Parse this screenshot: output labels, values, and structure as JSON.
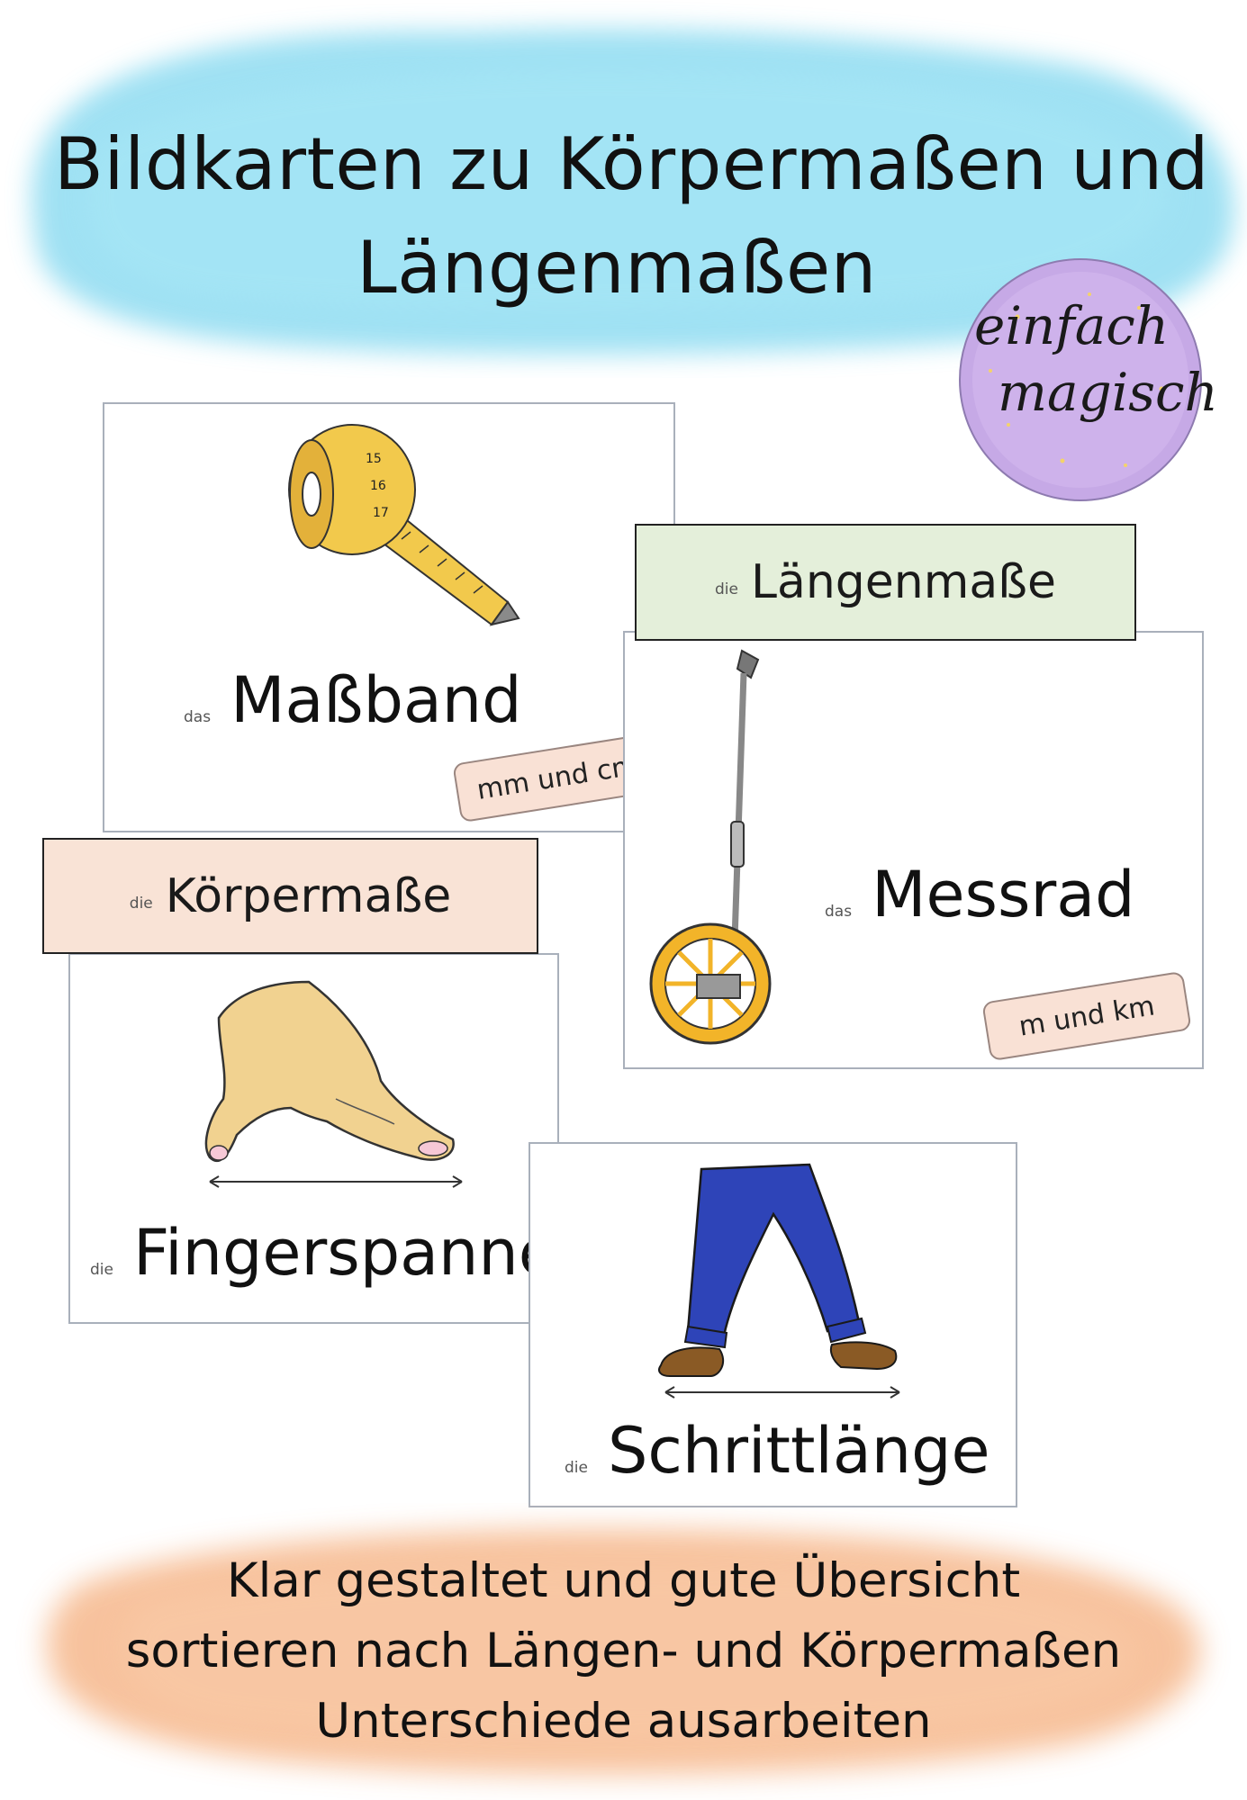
{
  "header": {
    "title_line1": "Bildkarten zu Körpermaßen und",
    "title_line2": "Längenmaßen",
    "blob_color": "#8fdcf1"
  },
  "logo": {
    "line1": "einfach",
    "line2": "magisch",
    "color": "#c6a9e6"
  },
  "cards": {
    "massband": {
      "article": "das",
      "word": "Maßband",
      "unit": "mm und cm",
      "icon": "measuring-tape-icon"
    },
    "messrad": {
      "article": "das",
      "word": "Messrad",
      "unit": "m und km",
      "icon": "measuring-wheel-icon"
    },
    "fingerspanne": {
      "article": "die",
      "word": "Fingerspanne",
      "icon": "finger-span-icon"
    },
    "schrittlaenge": {
      "article": "die",
      "word": "Schrittlänge",
      "icon": "step-length-icon"
    }
  },
  "categories": {
    "laengenmasse": {
      "article": "die",
      "label": "Längenmaße",
      "color": "#e4efda"
    },
    "koerpermasse": {
      "article": "die",
      "label": "Körpermaße",
      "color": "#f9e3d6"
    }
  },
  "footer": {
    "line1": "Klar gestaltet und gute Übersicht",
    "line2": "sortieren nach Längen- und Körpermaßen",
    "line3": "Unterschiede ausarbeiten",
    "blob_color": "#f6b88c"
  }
}
